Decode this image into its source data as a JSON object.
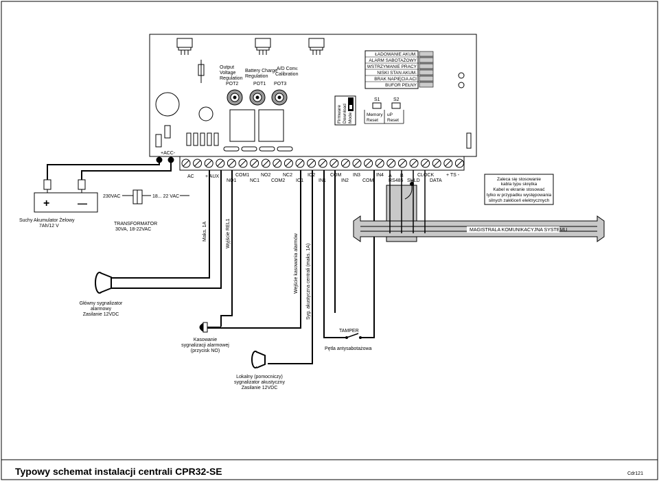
{
  "title": "Typowy schemat instalacji centrali CPR32-SE",
  "doc_code": "Cdr121",
  "board": {
    "pots": [
      {
        "id": "POT2",
        "lines": [
          "Output",
          "Voltage",
          "Regulation"
        ],
        "label": "POT2"
      },
      {
        "id": "POT1",
        "lines": [
          "Battery Charge",
          "Regulation"
        ],
        "label": "POT1"
      },
      {
        "id": "POT3",
        "lines": [
          "A/D Conv.",
          "Calibration"
        ],
        "label": "POT3"
      }
    ],
    "leds": [
      "ŁADOWANIE AKUM.",
      "ALARM SABOTAŻOWY",
      "WSTRZYMANIE PRACY",
      "NISKI STAN AKUM.",
      "BRAK NAPIĘCIA ACI",
      "BUFOR PEŁNY"
    ],
    "firmware_lines": [
      "Firmware",
      "Download",
      "Mode"
    ],
    "s1": {
      "label": "S1",
      "lines": [
        "Memory",
        "Reset"
      ]
    },
    "s2": {
      "label": "S2",
      "lines": [
        "uP",
        "Reset"
      ]
    },
    "acc": "+ACC-",
    "terminal_top": [
      "AC",
      "+ AUX -",
      "COM1",
      "NO2",
      "NC2",
      "IO2",
      "COM",
      "IN3",
      "IN4",
      "A",
      "B",
      "CLOCK",
      "+ TS -"
    ],
    "terminal_bottom": [
      "NO1",
      "NC1",
      "COM2",
      "IO1",
      "IN1",
      "IN2",
      "COM",
      "RS485",
      "SHLD",
      "DATA"
    ]
  },
  "battery": {
    "plus": "+",
    "minus": "—",
    "lines": [
      "Suchy Akumulator Żelowy",
      "7Ah/12 V"
    ]
  },
  "transformer": {
    "in": "230VAC",
    "out": "18... 22 VAC",
    "lines": [
      "TRANSFORMATOR",
      "30VA, 18-22VAC"
    ]
  },
  "wires": {
    "maks": "Maks. 1A",
    "rel": "Wyjście REL1",
    "reset_in": "Wejście kasowania alarmów",
    "acoustic": "Syg. akustyczna centrali (maks. 1A)"
  },
  "bus_label": "MAGISTRALA KOMUNIKACYJNA SYSTEMU",
  "note": [
    "Zaleca się stosowanie",
    "kabla typu skrętka",
    "Kabel w ekranie stosować",
    "tylko w przypadku występowania",
    "silnych zakłóceń elektrycznych"
  ],
  "main_siren": [
    "Główny sygnalizator",
    "alarmowy",
    "Zasilanie 12VDC"
  ],
  "reset_button": [
    "Kasowanie",
    "sygnalizacji alarmowej",
    "(przycisk NO)"
  ],
  "local_siren": [
    "Lokalny (pomocniczy)",
    "sygnalizator akustyczny",
    "Zasilanie 12VDC"
  ],
  "tamper": {
    "label": "TAMPER",
    "loop": "Pętla antysabotażowa"
  }
}
